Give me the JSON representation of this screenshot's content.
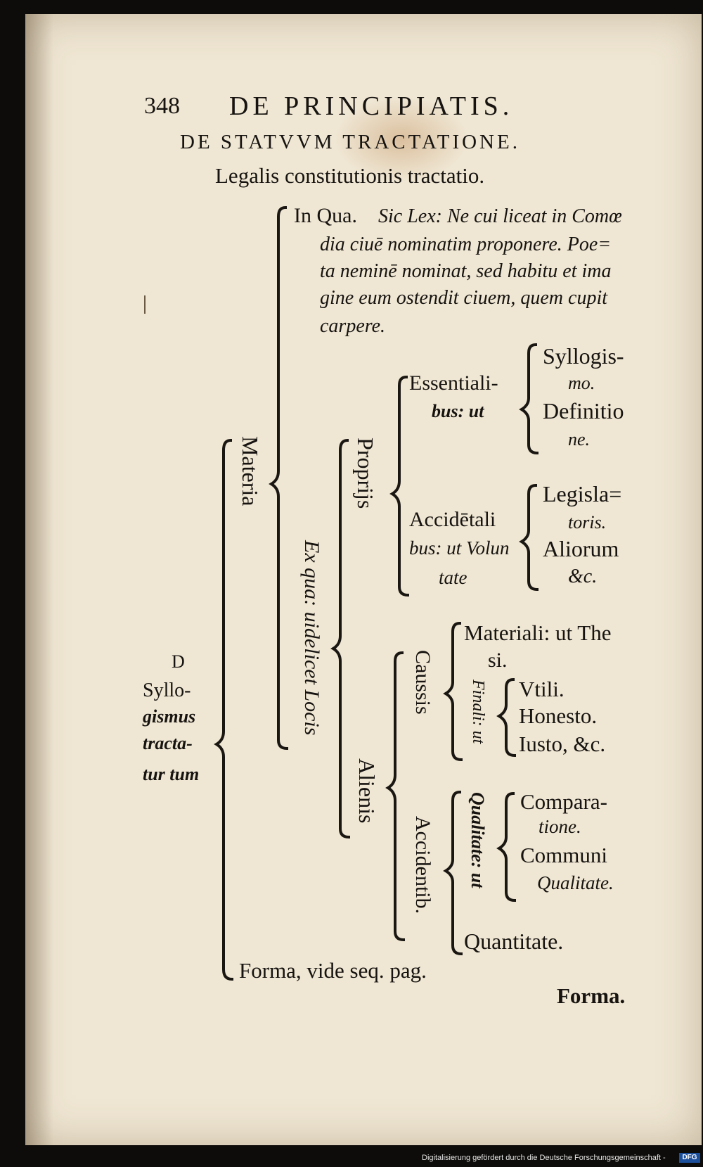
{
  "header": {
    "page_number": "348",
    "running_title": "DE PRINCIPIATIS.",
    "section_title": "DE STATVVM TRACTATIONE.",
    "subtitle": "Legalis constitutionis tractatio."
  },
  "in_qua": {
    "head": "In Qua.",
    "lines": [
      "Sic Lex: Ne cui liceat in Comœ",
      "dia ciuē nominatim proponere. Poe=",
      "ta neminē nominat, sed habitu et ima",
      "gine eum ostendit ciuem, quem cupit",
      "carpere."
    ]
  },
  "root": {
    "mark": "D",
    "lines": [
      "Syllo-",
      "gismus",
      "tracta-",
      "tur tum"
    ]
  },
  "materia": "Materia",
  "ex_qua": "Ex qua: uidelicet Locis",
  "propriis": "Proprijs",
  "essentiali": {
    "lines": [
      "Essentiali-",
      "bus: ut"
    ]
  },
  "essentiali_items": [
    "Syllogis-",
    "mo.",
    "Definitio",
    "ne."
  ],
  "accidentali": {
    "lines": [
      "Accidētali",
      "bus: ut Volun",
      "tate"
    ]
  },
  "accidentali_items": [
    "Legisla=",
    "toris.",
    "Aliorum",
    "&c."
  ],
  "alienis": "Alienis",
  "caussis": "Caussis",
  "materiali": [
    "Materiali: ut The",
    "si."
  ],
  "finali": "Finali: ut",
  "finali_items": [
    "Vtili.",
    "Honesto.",
    "Iusto, &c."
  ],
  "accidentib": "Accidentib.",
  "qualitate": "Qualitate: ut",
  "qualitate_items": [
    "Compara-",
    "tione.",
    "Communi",
    "Qualitate."
  ],
  "quantitate": "Quantitate.",
  "forma_line": "Forma, vide seq. pag.",
  "catchword": "Forma.",
  "footer": {
    "credit": "Digitalisierung gefördert durch die Deutsche Forschungsgemeinschaft -",
    "logo": "DFG"
  }
}
